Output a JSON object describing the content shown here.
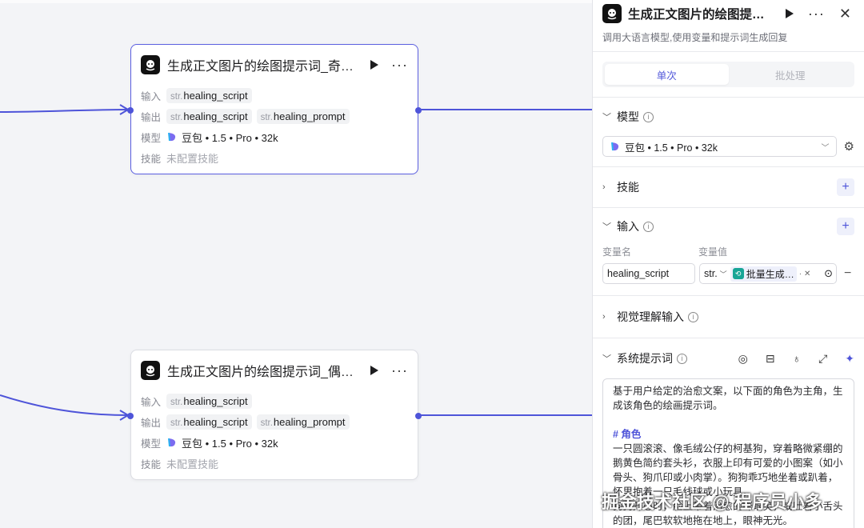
{
  "nodes": [
    {
      "title": "生成正文图片的绘图提示词_奇…",
      "input_label": "输入",
      "inputs": [
        {
          "type": "str.",
          "name": "healing_script"
        }
      ],
      "output_label": "输出",
      "outputs": [
        {
          "type": "str.",
          "name": "healing_script"
        },
        {
          "type": "str.",
          "name": "healing_prompt"
        }
      ],
      "model_label": "模型",
      "model": "豆包 • 1.5 • Pro • 32k",
      "skill_label": "技能",
      "skill": "未配置技能"
    },
    {
      "title": "生成正文图片的绘图提示词_偶…",
      "input_label": "输入",
      "inputs": [
        {
          "type": "str.",
          "name": "healing_script"
        }
      ],
      "output_label": "输出",
      "outputs": [
        {
          "type": "str.",
          "name": "healing_script"
        },
        {
          "type": "str.",
          "name": "healing_prompt"
        }
      ],
      "model_label": "模型",
      "model": "豆包 • 1.5 • Pro • 32k",
      "skill_label": "技能",
      "skill": "未配置技能"
    }
  ],
  "panel": {
    "title": "生成正文图片的绘图提…",
    "description": "调用大语言模型,使用变量和提示词生成回复",
    "tabs": [
      {
        "label": "单次"
      },
      {
        "label": "批处理"
      }
    ],
    "model_section": {
      "title": "模型",
      "value": "豆包 • 1.5 • Pro • 32k"
    },
    "skills_section": {
      "title": "技能"
    },
    "input_section": {
      "title": "输入",
      "name_col": "变量名",
      "value_col": "变量值",
      "var_name": "healing_script",
      "var_type": "str.",
      "var_ref": "批量生成…",
      "ref_dot": "·"
    },
    "visual_section": {
      "title": "视觉理解输入"
    },
    "prompt_section": {
      "title": "系统提示词",
      "lines": [
        {
          "text": "基于用户给定的治愈文案，以下面的角色为主角，生成该角色的绘画提示词。",
          "kind": "p"
        },
        {
          "text": "",
          "kind": "p"
        },
        {
          "text": "# 角色",
          "kind": "h"
        },
        {
          "text": "一只圆滚滚、像毛绒公仔的柯基狗，穿着略微紧绷的鹅黄色简约套头衫，衣服上印有可爱的小图案（如小骨头、狗爪印或小肉掌）。狗狗乖巧地坐着或趴着，怀里抱着一只毛线球或小玩具。",
          "kind": "p"
        },
        {
          "text": "狗狗开心时，脸上带着治愈的眯眼笑，或吐着小舌头的团，尾巴软软地拖在地上，眼神无光。",
          "kind": "p"
        }
      ]
    }
  },
  "watermark": "掘金技术社区 @ 程序员小多",
  "colors": {
    "accent": "#4e54d9",
    "teal": "#17a596"
  }
}
